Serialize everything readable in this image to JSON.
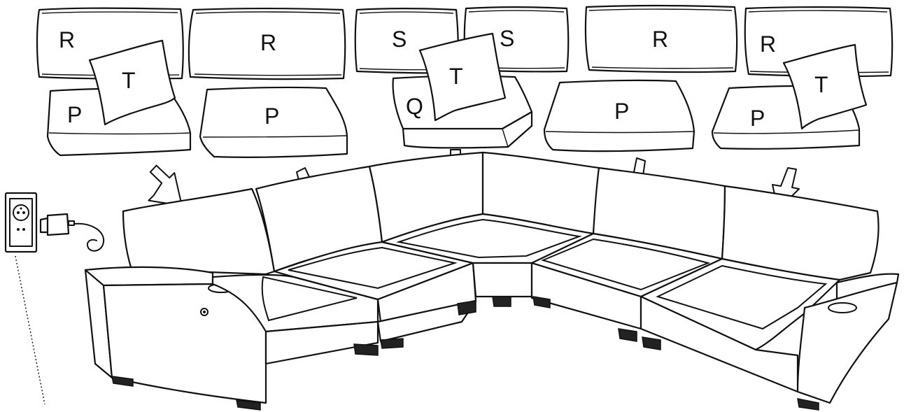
{
  "labels": {
    "back_cushion": "R",
    "corner_back_cushion": "S",
    "seat_cushion": "P",
    "corner_seat_cushion": "Q",
    "throw_pillow": "T"
  },
  "cushions": [
    {
      "id": "back-1",
      "text": "R"
    },
    {
      "id": "back-2",
      "text": "R"
    },
    {
      "id": "corner-back-1",
      "text": "S"
    },
    {
      "id": "corner-back-2",
      "text": "S"
    },
    {
      "id": "back-3",
      "text": "R"
    },
    {
      "id": "back-4",
      "text": "R"
    },
    {
      "id": "pillow-1",
      "text": "T"
    },
    {
      "id": "pillow-2",
      "text": "T"
    },
    {
      "id": "pillow-3",
      "text": "T"
    },
    {
      "id": "seat-1",
      "text": "P"
    },
    {
      "id": "seat-2",
      "text": "P"
    },
    {
      "id": "corner-seat",
      "text": "Q"
    },
    {
      "id": "seat-3",
      "text": "P"
    },
    {
      "id": "seat-4",
      "text": "P"
    }
  ],
  "colors": {
    "line": "#111111",
    "background": "#ffffff"
  },
  "icons": [
    "wall-outlet-icon",
    "power-adapter-icon",
    "usb-port-icon",
    "cup-holder-icon",
    "down-arrow-icon"
  ]
}
